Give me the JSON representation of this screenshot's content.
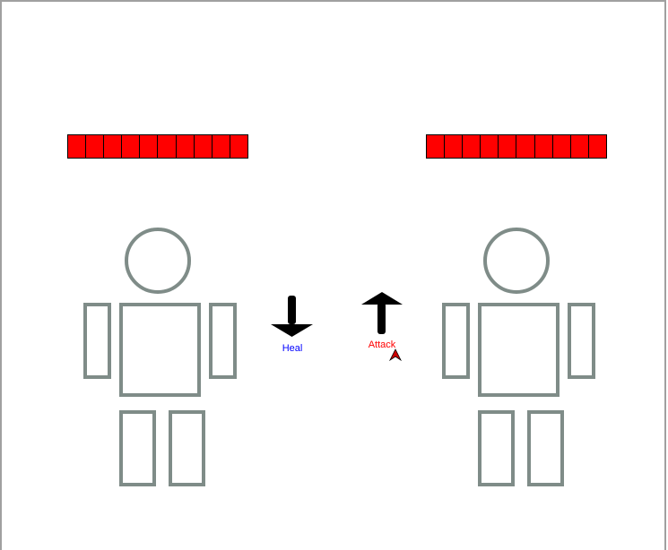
{
  "players": [
    {
      "id": "left",
      "health_segments": 10,
      "health_filled": 10
    },
    {
      "id": "right",
      "health_segments": 10,
      "health_filled": 10
    }
  ],
  "actions": {
    "heal": {
      "label": "Heal",
      "color": "#0000ff",
      "icon": "down-arrow-icon"
    },
    "attack": {
      "label": "Attack",
      "color": "#ff0000",
      "icon": "up-arrow-icon"
    }
  },
  "colors": {
    "health": "#ff0000",
    "figure": "#7f8c88",
    "arrow": "#000000"
  }
}
